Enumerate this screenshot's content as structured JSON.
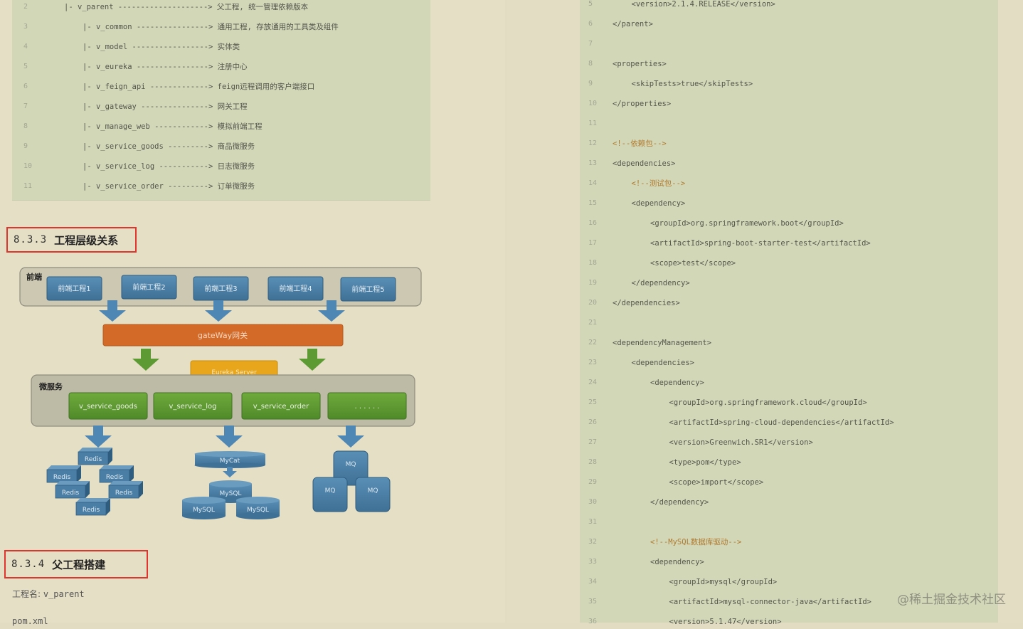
{
  "left_code": [
    {
      "n": "2",
      "indent": 0,
      "text": "|- v_parent --------------------> 父工程, 统一管理依赖版本"
    },
    {
      "n": "3",
      "indent": 1,
      "text": "|- v_common ----------------> 通用工程, 存放通用的工具类及组件"
    },
    {
      "n": "4",
      "indent": 1,
      "text": "|- v_model -----------------> 实体类"
    },
    {
      "n": "5",
      "indent": 1,
      "text": "|- v_eureka ----------------> 注册中心"
    },
    {
      "n": "6",
      "indent": 1,
      "text": "|- v_feign_api -------------> feign远程调用的客户端接口"
    },
    {
      "n": "7",
      "indent": 1,
      "text": "|- v_gateway ---------------> 网关工程"
    },
    {
      "n": "8",
      "indent": 1,
      "text": "|- v_manage_web ------------> 模拟前端工程"
    },
    {
      "n": "9",
      "indent": 1,
      "text": "|- v_service_goods ---------> 商品微服务"
    },
    {
      "n": "10",
      "indent": 1,
      "text": "|- v_service_log -----------> 日志微服务"
    },
    {
      "n": "11",
      "indent": 1,
      "text": "|- v_service_order ---------> 订单微服务"
    }
  ],
  "section_833": {
    "num": "8.3.3",
    "title": "工程层级关系"
  },
  "section_834": {
    "num": "8.3.4",
    "title": "父工程搭建"
  },
  "project_name": {
    "label": "工程名: ",
    "value": "v_parent"
  },
  "pom_label": "pom.xml",
  "diagram": {
    "frontend_label": "前端",
    "frontend_projects": [
      "前端工程1",
      "前端工程2",
      "前端工程3",
      "前端工程4",
      "前端工程5"
    ],
    "gateway": "gateWay网关",
    "eureka": "Eureka Server",
    "micro_label": "微服务",
    "services": [
      "v_service_goods",
      "v_service_log",
      "v_service_order",
      ". . . . . ."
    ],
    "redis": [
      "Redis",
      "Redis",
      "Redis",
      "Redis",
      "Redis",
      "Redis"
    ],
    "mycat": "MyCat",
    "mysql": [
      "MySQL",
      "MySQL",
      "MySQL"
    ],
    "mq": [
      "MQ",
      "MQ",
      "MQ"
    ]
  },
  "right_code": [
    {
      "n": "5",
      "indent": 1,
      "text": "<version>2.1.4.RELEASE</version>",
      "comment": false
    },
    {
      "n": "6",
      "indent": 0,
      "text": "</parent>",
      "comment": false
    },
    {
      "n": "7",
      "indent": 0,
      "text": "",
      "comment": false
    },
    {
      "n": "8",
      "indent": 0,
      "text": "<properties>",
      "comment": false
    },
    {
      "n": "9",
      "indent": 1,
      "text": "<skipTests>true</skipTests>",
      "comment": false
    },
    {
      "n": "10",
      "indent": 0,
      "text": "</properties>",
      "comment": false
    },
    {
      "n": "11",
      "indent": 0,
      "text": "",
      "comment": false
    },
    {
      "n": "12",
      "indent": 0,
      "text": "<!--依赖包-->",
      "comment": true
    },
    {
      "n": "13",
      "indent": 0,
      "text": "<dependencies>",
      "comment": false
    },
    {
      "n": "14",
      "indent": 1,
      "text": "<!--测试包-->",
      "comment": true
    },
    {
      "n": "15",
      "indent": 1,
      "text": "<dependency>",
      "comment": false
    },
    {
      "n": "16",
      "indent": 2,
      "text": "<groupId>org.springframework.boot</groupId>",
      "comment": false
    },
    {
      "n": "17",
      "indent": 2,
      "text": "<artifactId>spring-boot-starter-test</artifactId>",
      "comment": false
    },
    {
      "n": "18",
      "indent": 2,
      "text": "<scope>test</scope>",
      "comment": false
    },
    {
      "n": "19",
      "indent": 1,
      "text": "</dependency>",
      "comment": false
    },
    {
      "n": "20",
      "indent": 0,
      "text": "</dependencies>",
      "comment": false
    },
    {
      "n": "21",
      "indent": 0,
      "text": "",
      "comment": false
    },
    {
      "n": "22",
      "indent": 0,
      "text": "<dependencyManagement>",
      "comment": false
    },
    {
      "n": "23",
      "indent": 1,
      "text": "<dependencies>",
      "comment": false
    },
    {
      "n": "24",
      "indent": 2,
      "text": "<dependency>",
      "comment": false
    },
    {
      "n": "25",
      "indent": 3,
      "text": "<groupId>org.springframework.cloud</groupId>",
      "comment": false
    },
    {
      "n": "26",
      "indent": 3,
      "text": "<artifactId>spring-cloud-dependencies</artifactId>",
      "comment": false
    },
    {
      "n": "27",
      "indent": 3,
      "text": "<version>Greenwich.SR1</version>",
      "comment": false
    },
    {
      "n": "28",
      "indent": 3,
      "text": "<type>pom</type>",
      "comment": false
    },
    {
      "n": "29",
      "indent": 3,
      "text": "<scope>import</scope>",
      "comment": false
    },
    {
      "n": "30",
      "indent": 2,
      "text": "</dependency>",
      "comment": false
    },
    {
      "n": "31",
      "indent": 0,
      "text": "",
      "comment": false
    },
    {
      "n": "32",
      "indent": 2,
      "text": "<!--MySQL数据库驱动-->",
      "comment": true
    },
    {
      "n": "33",
      "indent": 2,
      "text": "<dependency>",
      "comment": false
    },
    {
      "n": "34",
      "indent": 3,
      "text": "<groupId>mysql</groupId>",
      "comment": false
    },
    {
      "n": "35",
      "indent": 3,
      "text": "<artifactId>mysql-connector-java</artifactId>",
      "comment": false
    },
    {
      "n": "36",
      "indent": 3,
      "text": "<version>5.1.47</version>",
      "comment": false
    }
  ],
  "watermark": "@稀土掘金技术社区"
}
